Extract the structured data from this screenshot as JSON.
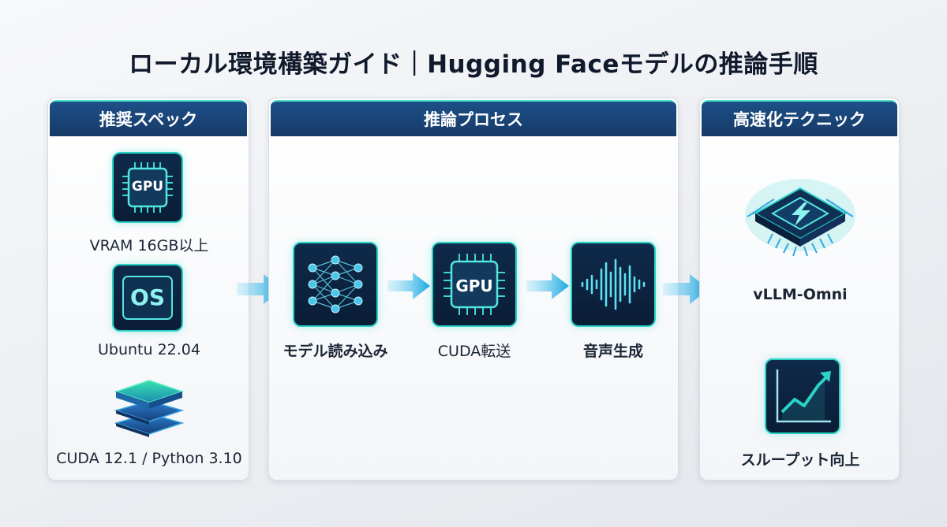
{
  "title": "ローカル環境構築ガイド｜Hugging Faceモデルの推論手順",
  "panels": {
    "specs": {
      "header": "推奨スペック",
      "items": [
        {
          "icon": "gpu-chip-icon",
          "icon_text": "GPU",
          "label": "VRAM 16GB以上"
        },
        {
          "icon": "os-icon",
          "icon_text": "OS",
          "label": "Ubuntu 22.04"
        },
        {
          "icon": "stacked-layers-icon",
          "label": "CUDA 12.1 / Python 3.10"
        }
      ]
    },
    "process": {
      "header": "推論プロセス",
      "steps": [
        {
          "icon": "neural-network-icon",
          "label": "モデル読み込み"
        },
        {
          "icon": "gpu-chip-icon",
          "icon_text": "GPU",
          "label": "CUDA転送"
        },
        {
          "icon": "waveform-icon",
          "label": "音声生成"
        }
      ]
    },
    "speed": {
      "header": "高速化テクニック",
      "items": [
        {
          "icon": "lightning-chip-icon",
          "label": "vLLM-Omni"
        },
        {
          "icon": "rising-chart-icon",
          "label": "スループット向上"
        }
      ]
    }
  },
  "colors": {
    "header_bg": "#1d4f87",
    "accent_teal": "#2bd3c7",
    "arrow_cyan": "#2ab8e8",
    "icon_bg": "#0f2a4a"
  }
}
